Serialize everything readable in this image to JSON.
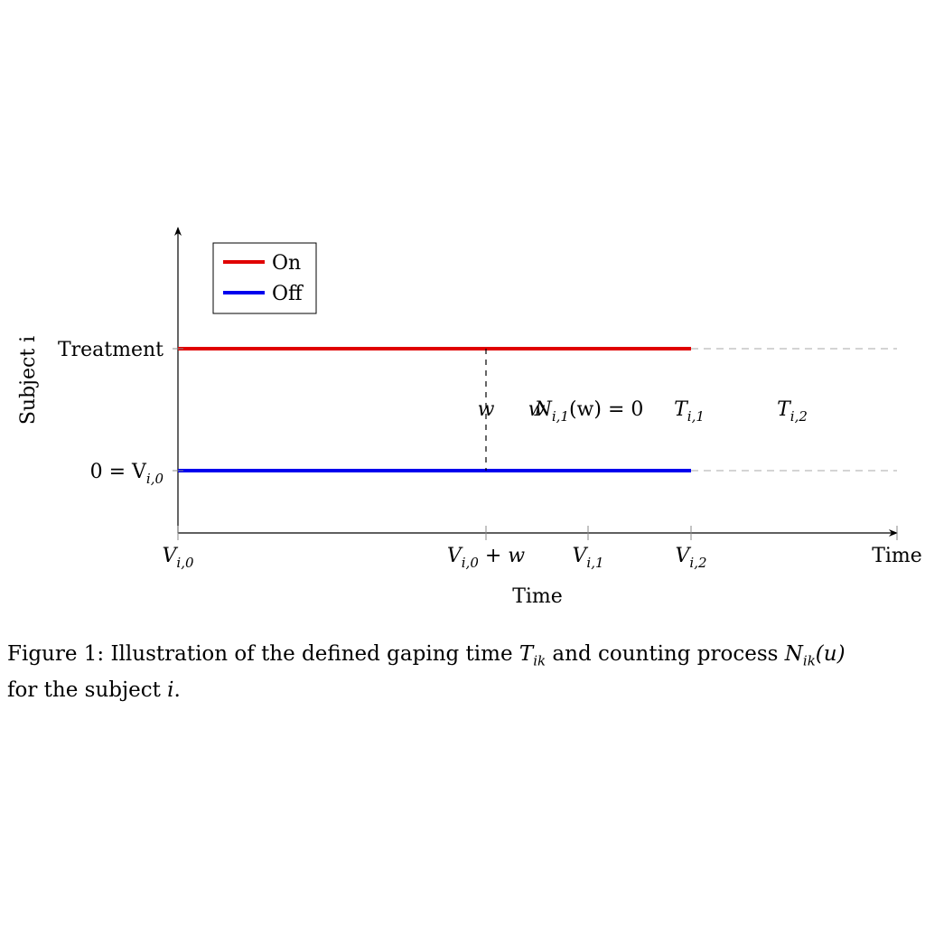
{
  "legend": {
    "entries": [
      {
        "label": "On",
        "color": "#e00000"
      },
      {
        "label": "Off",
        "color": "#0000ee"
      }
    ]
  },
  "axes": {
    "y_label": "Subject i",
    "x_label": "Time",
    "x_end_label": "Time",
    "y_tick_treatment": "Treatment",
    "y_tick_zero": "0 = V",
    "y_tick_zero_sub": "i,0"
  },
  "x_ticks": [
    {
      "main": "V",
      "sub": "i,0",
      "suffix": ""
    },
    {
      "main": "V",
      "sub": "i,0",
      "suffix": " + w"
    },
    {
      "main": "V",
      "sub": "i,1",
      "suffix": ""
    },
    {
      "main": "V",
      "sub": "i,2",
      "suffix": ""
    }
  ],
  "annotations": {
    "w_label": "w",
    "w_overlap": "w",
    "counting_label_main": "N",
    "counting_label_sub": "i,1",
    "counting_label_suffix": "(w) = 0",
    "t1_main": "T",
    "t1_sub": "i,1",
    "t2_main": "T",
    "t2_sub": "i,2"
  },
  "colors": {
    "treatment_on": "#e00000",
    "treatment_off": "#0000ee",
    "dashed_extension": "#bbbbbb"
  },
  "caption": {
    "prefix": "Figure 1: Illustration of the defined gaping time ",
    "t_main": "T",
    "t_sub": "ik",
    "middle": " and counting process ",
    "n_main": "N",
    "n_sub": "ik",
    "n_arg": "(u)",
    "line2_prefix": "for the subject ",
    "line2_var": "i",
    "line2_suffix": "."
  }
}
